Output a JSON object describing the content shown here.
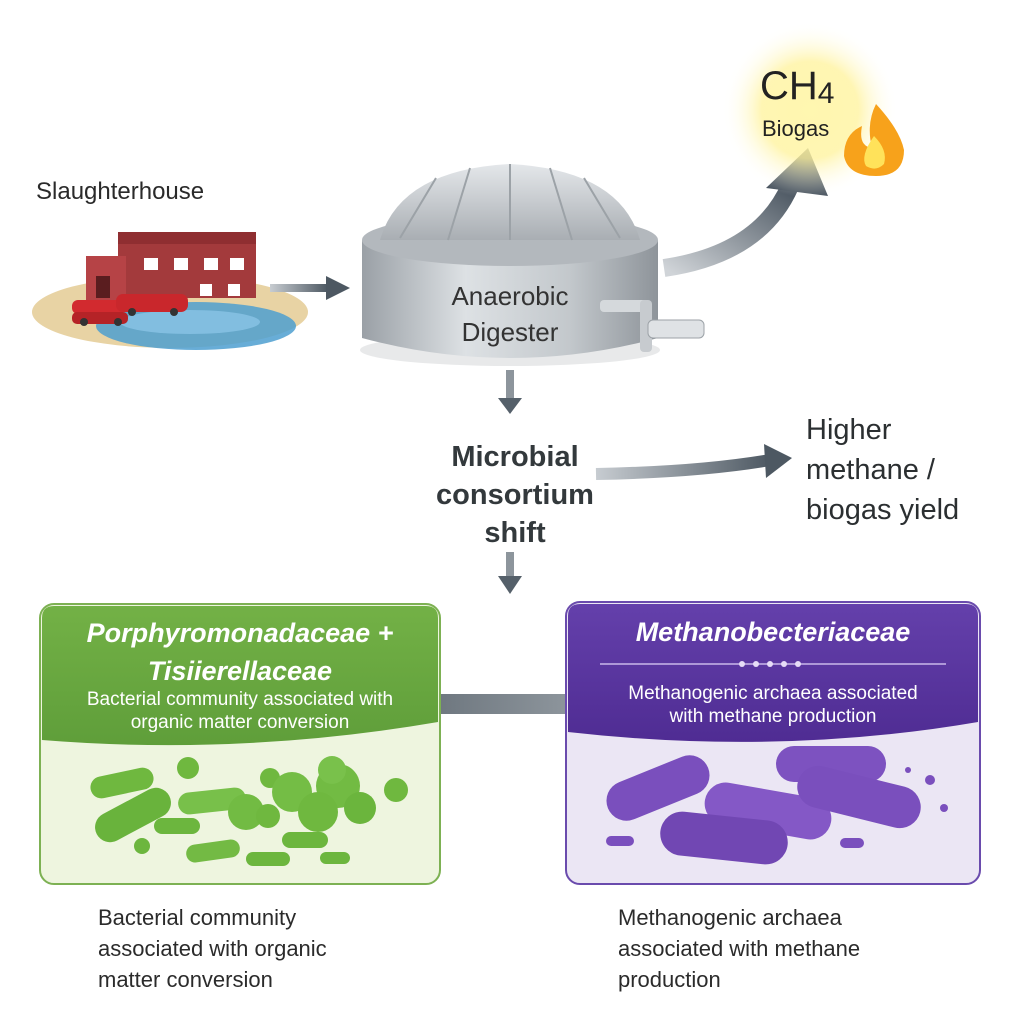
{
  "labels": {
    "slaughterhouse": "Slaughterhouse",
    "digester": [
      "Anaerobic",
      "Digester"
    ],
    "ch4_main": "CH",
    "ch4_sub": "4",
    "biogas": "Biogas",
    "consortium": [
      "Microbial",
      "consortium",
      "shift"
    ],
    "yield": [
      "Higher",
      "methane /",
      "biogas yield"
    ]
  },
  "cards": {
    "bacteria": {
      "title": [
        "Porphyromonadaceae +",
        "Tisiierellaceae"
      ],
      "desc": [
        "Bacterial community associated with",
        "organic matter conversion"
      ],
      "caption": [
        "Bacterial community",
        "associated with organic",
        "matter conversion"
      ]
    },
    "archaea": {
      "title": "Methanobecteriaceae",
      "desc": [
        "Methanogenic archaea associated",
        "with methane production"
      ],
      "caption": [
        "Methanogenic archaea",
        "associated with methane",
        "production"
      ]
    }
  },
  "colors": {
    "green_header": "#6aa842",
    "green_body": "#eef5df",
    "purple_header": "#5a35a0",
    "purple_body": "#ebe6f4",
    "arrow": "#55606a",
    "digester_metal": "#b9bec3"
  }
}
